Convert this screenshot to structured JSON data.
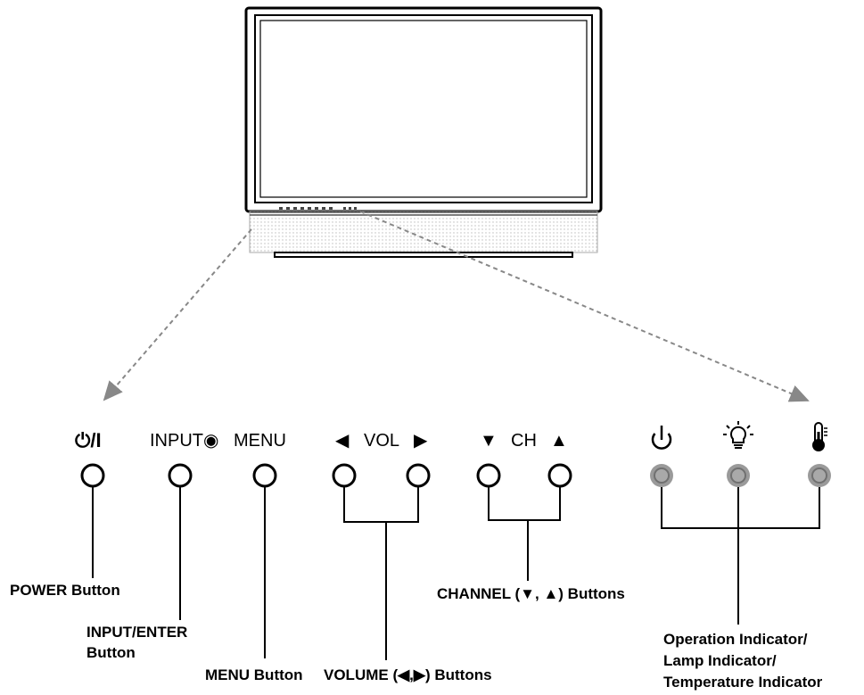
{
  "panel_labels": {
    "power": "⏻/I",
    "input": "INPUT◉",
    "menu": "MENU",
    "vol_left": "◀",
    "vol": "VOL",
    "vol_right": "▶",
    "ch_down": "▼",
    "ch": "CH",
    "ch_up": "▲"
  },
  "indicator_icons": [
    "power-symbol-icon",
    "lamp-icon",
    "thermometer-icon"
  ],
  "callouts": {
    "power": "POWER Button",
    "input_line1": "INPUT/ENTER",
    "input_line2": "Button",
    "menu": "MENU Button",
    "volume": "VOLUME (◀,▶) Buttons",
    "channel": "CHANNEL (▼, ▲) Buttons",
    "indicator_line1": "Operation Indicator/",
    "indicator_line2": "Lamp Indicator/",
    "indicator_line3": "Temperature Indicator"
  },
  "colors": {
    "line": "#000000",
    "indicator_fill": "#9a9a9a",
    "indicator_ring": "#7a7a7a",
    "dashed_arrow": "#888888"
  }
}
